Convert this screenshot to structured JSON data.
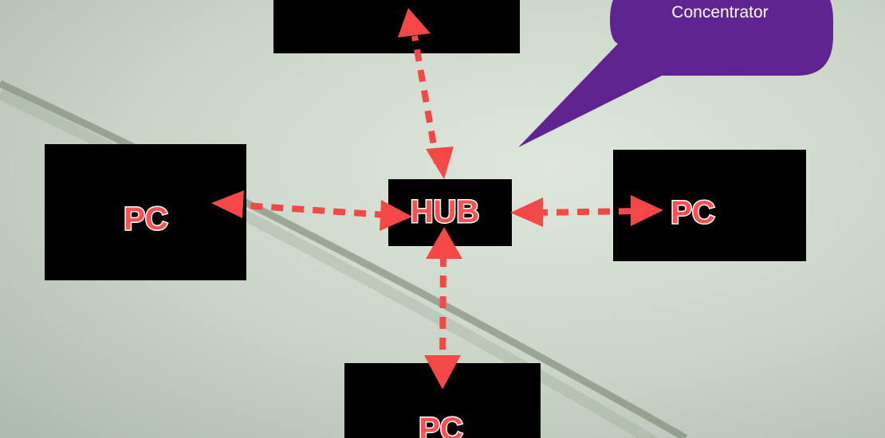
{
  "diagram": {
    "hub": {
      "label": "HUB"
    },
    "nodes": [
      {
        "id": "top",
        "label": ""
      },
      {
        "id": "left",
        "label": "PC"
      },
      {
        "id": "right",
        "label": "PC"
      },
      {
        "id": "bottom",
        "label": "PC"
      }
    ],
    "callout": {
      "text": "Concentrator"
    },
    "colors": {
      "box": "#000000",
      "arrow": "#f44848",
      "callout": "#5f2490",
      "label_fill": "#ff4f4f",
      "label_outline": "#ffffff"
    },
    "connections": [
      {
        "from": "hub",
        "to": "top",
        "style": "dotted",
        "direction": "both"
      },
      {
        "from": "hub",
        "to": "left",
        "style": "dotted",
        "direction": "both"
      },
      {
        "from": "hub",
        "to": "right",
        "style": "dotted",
        "direction": "both"
      },
      {
        "from": "hub",
        "to": "bottom",
        "style": "dotted",
        "direction": "both"
      }
    ]
  }
}
